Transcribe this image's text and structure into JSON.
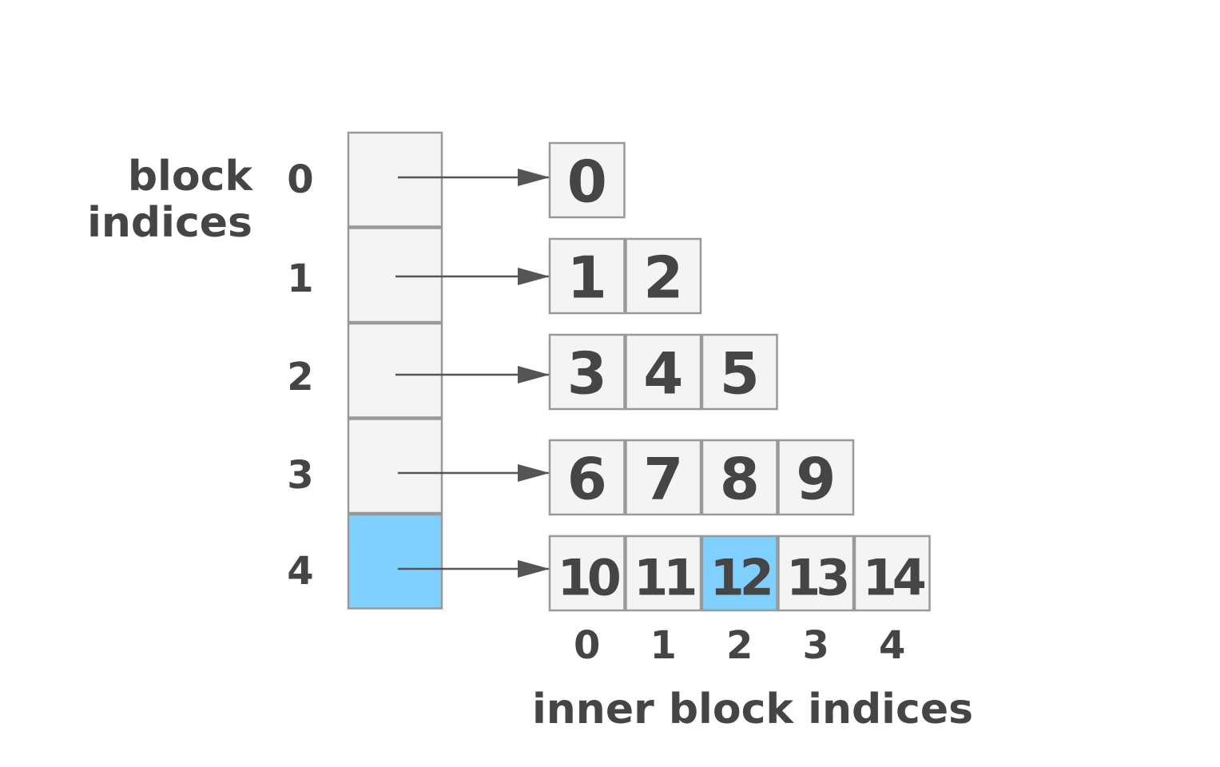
{
  "labels": {
    "block_line1": "block",
    "block_line2": "indices",
    "inner": "inner block indices"
  },
  "block_indices": [
    "0",
    "1",
    "2",
    "3",
    "4"
  ],
  "inner_indices": [
    "0",
    "1",
    "2",
    "3",
    "4"
  ],
  "rows": [
    [
      "0"
    ],
    [
      "1",
      "2"
    ],
    [
      "3",
      "4",
      "5"
    ],
    [
      "6",
      "7",
      "8",
      "9"
    ],
    [
      "10",
      "11",
      "12",
      "13",
      "14"
    ]
  ],
  "highlight": {
    "block": 4,
    "inner": 2
  },
  "colors": {
    "cell_fill": "#f4f4f4",
    "cell_stroke": "#999999",
    "highlight": "#80d0ff",
    "text": "#454545",
    "arrow": "#555555"
  }
}
